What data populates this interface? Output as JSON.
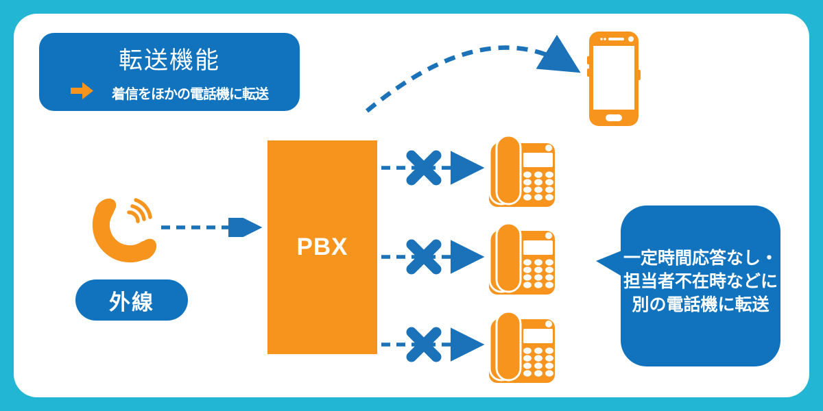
{
  "colors": {
    "border_teal": "#23b6d4",
    "panel_white": "#ffffff",
    "box_blue": "#1173be",
    "arrow_blue": "#1b72b8",
    "orange": "#f7941d"
  },
  "title_box": {
    "title": "転送機能",
    "subtitle": "着信をほかの電話機に転送"
  },
  "source": {
    "label": "外線"
  },
  "pbx": {
    "label": "PBX"
  },
  "callout": {
    "lines": [
      "一定時間応答なし・",
      "担当者不在時などに",
      "別の電話機に転送"
    ]
  },
  "icons": [
    "right-arrow-icon",
    "ringing-handset-icon",
    "desk-phone-icon",
    "smartphone-icon",
    "blocked-x-icon",
    "dashed-arrow-icon",
    "curved-dashed-arrow-icon"
  ]
}
